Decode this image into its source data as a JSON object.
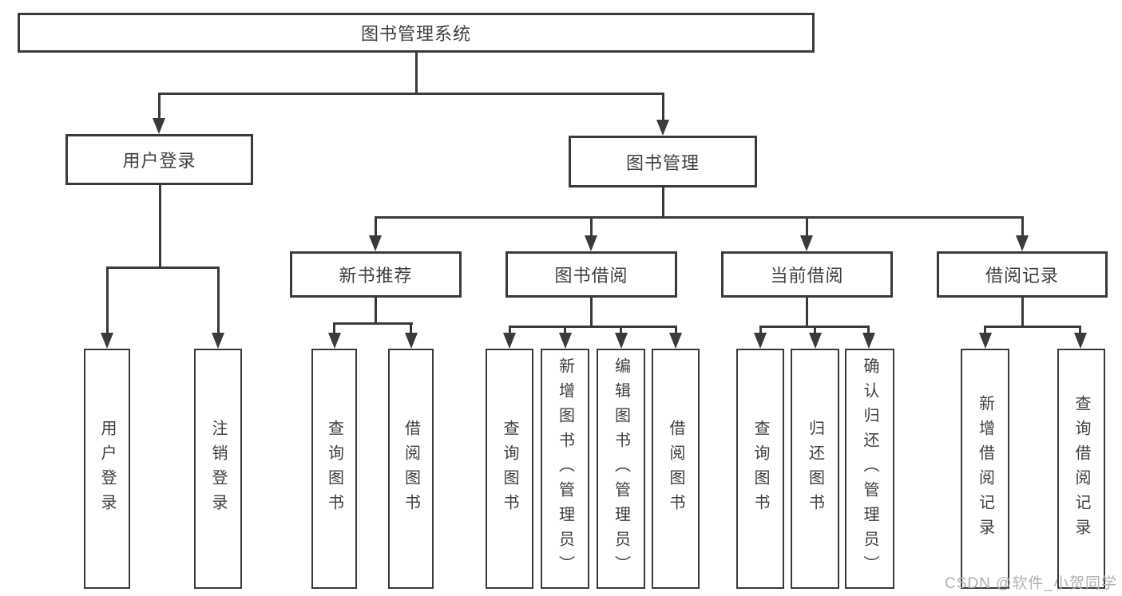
{
  "diagram": {
    "root": {
      "label": "图书管理系统"
    },
    "level2": [
      {
        "label": "用户登录",
        "leaves": [
          {
            "label": "用户登录"
          },
          {
            "label": "注销登录"
          }
        ]
      },
      {
        "label": "图书管理",
        "sections": [
          {
            "label": "新书推荐",
            "leaves": [
              {
                "label": "查询图书"
              },
              {
                "label": "借阅图书"
              }
            ]
          },
          {
            "label": "图书借阅",
            "leaves": [
              {
                "label": "查询图书"
              },
              {
                "label": "新增图书（管理员）"
              },
              {
                "label": "编辑图书（管理员）"
              },
              {
                "label": "借阅图书"
              }
            ]
          },
          {
            "label": "当前借阅",
            "leaves": [
              {
                "label": "查询图书"
              },
              {
                "label": "归还图书"
              },
              {
                "label": "确认归还（管理员）"
              }
            ]
          },
          {
            "label": "借阅记录",
            "leaves": [
              {
                "label": "新增借阅记录"
              },
              {
                "label": "查询借阅记录"
              }
            ]
          }
        ]
      }
    ]
  },
  "watermark": {
    "text": "CSDN @软件_小贺同学"
  },
  "colors": {
    "line": "#3a3a3a",
    "text": "#3f3f3f",
    "background": "#ffffff",
    "watermark": "#b0b0b0"
  }
}
